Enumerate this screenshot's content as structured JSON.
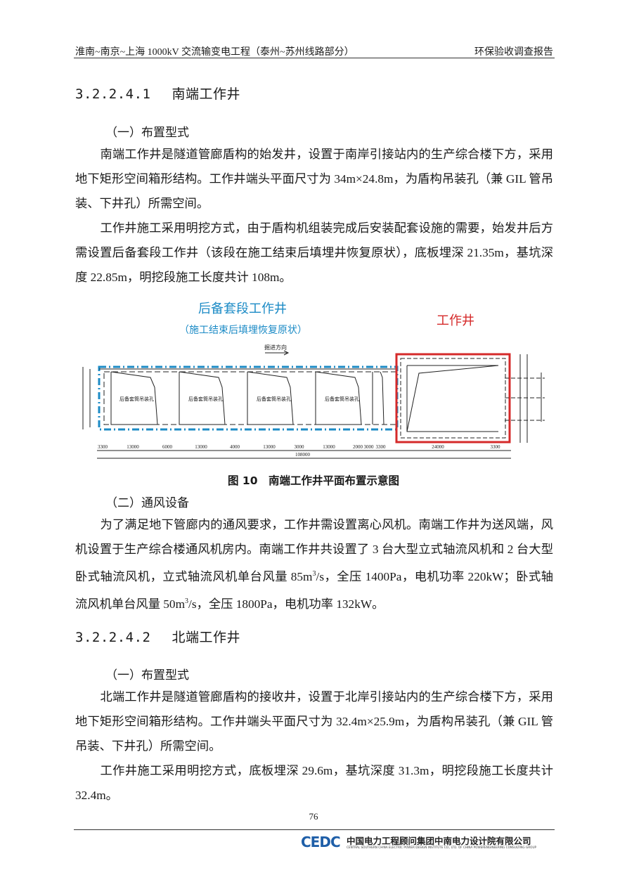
{
  "header": {
    "left": "淮南~南京~上海 1000kV 交流输变电工程（泰州~苏州线路部分）",
    "right": "环保验收调查报告"
  },
  "section1": {
    "number": "3.2.2.4.1",
    "title": "南端工作井",
    "sub1": "（一）布置型式",
    "p1": "南端工作井是隧道管廊盾构的始发井，设置于南岸引接站内的生产综合楼下方，采用地下矩形空间箱形结构。工作井端头平面尺寸为 34m×24.8m，为盾构吊装孔（兼 GIL 管吊装、下井孔）所需空间。",
    "p2": "工作井施工采用明挖方式，由于盾构机组装完成后安装配套设施的需要，始发井后方需设置后备套段工作井（该段在施工结束后填埋井恢复原状），底板埋深 21.35m，基坑深度 22.85m，明挖段施工长度共计 108m。",
    "figure": {
      "label_backup": "后备套段工作井",
      "label_backup_note": "（施工结束后填埋恢复原状）",
      "label_well": "工作井",
      "direction": "掘进方向",
      "hole_label": "后备套筒吊装孔",
      "dims": [
        "3300",
        "13000",
        "6000",
        "13000",
        "4000",
        "13000",
        "3000",
        "13000",
        "2000",
        "3000",
        "3300",
        "24000",
        "3300"
      ],
      "total": "108000",
      "caption": "图 10　南端工作井平面布置示意图",
      "colors": {
        "backup": "#1c8bc6",
        "well": "#d52a2a"
      }
    },
    "sub2": "（二）通风设备",
    "p3a": "为了满足地下管廊内的通风要求，工作井需设置离心风机。南端工作井为送风端，风机设置于生产综合楼通风机房内。南端工作井共设置了 3 台大型立式轴流风机和 2 台大型卧式轴流风机，立式轴流风机单台风量 85m",
    "p3b": "/s，全压 1400Pa，电机功率 220kW；卧式轴流风机单台风量 50m",
    "p3c": "/s，全压 1800Pa，电机功率 132kW。",
    "sup": "3"
  },
  "section2": {
    "number": "3.2.2.4.2",
    "title": "北端工作井",
    "sub1": "（一）布置型式",
    "p1": "北端工作井是隧道管廊盾构的接收井，设置于北岸引接站内的生产综合楼下方，采用地下矩形空间箱形结构。工作井端头平面尺寸为 32.4m×25.9m，为盾构吊装孔（兼 GIL 管吊装、下井孔）所需空间。",
    "p2": "工作井施工采用明挖方式，底板埋深 29.6m，基坑深度 31.3m，明挖段施工长度共计 32.4m。"
  },
  "footer": {
    "page": "76",
    "logo": "CEDC",
    "company": "中国电力工程顾问集团中南电力设计院有限公司",
    "company_en": "CENTRAL SOUTHERN CHINA ELECTRIC POWER DESIGN INSTITUTE CO., LTD. OF CHINA POWERENGINEERING CONSULTING GROUP"
  }
}
